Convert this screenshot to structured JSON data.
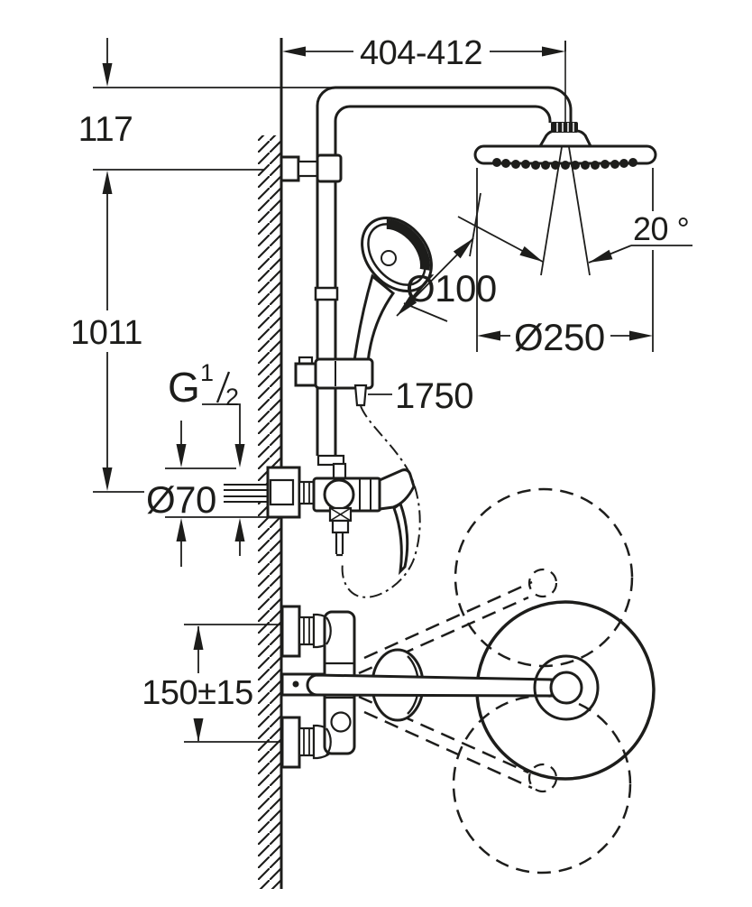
{
  "meta": {
    "title": "Shower system dimensional drawing",
    "background_color": "#ffffff",
    "line_color": "#1d1d1b"
  },
  "dimensions": {
    "arm_reach": "404-412",
    "head_offset": "117",
    "riser_height": "1011",
    "spray_angle": "20 °",
    "hand_shower_diameter": "Ø100",
    "head_shower_diameter": "Ø250",
    "hose_length": "1750",
    "escutcheon_diameter": "Ø70",
    "connection_distance": "150±15",
    "thread": {
      "letter": "G",
      "numerator": "1",
      "denominator": "2"
    }
  }
}
